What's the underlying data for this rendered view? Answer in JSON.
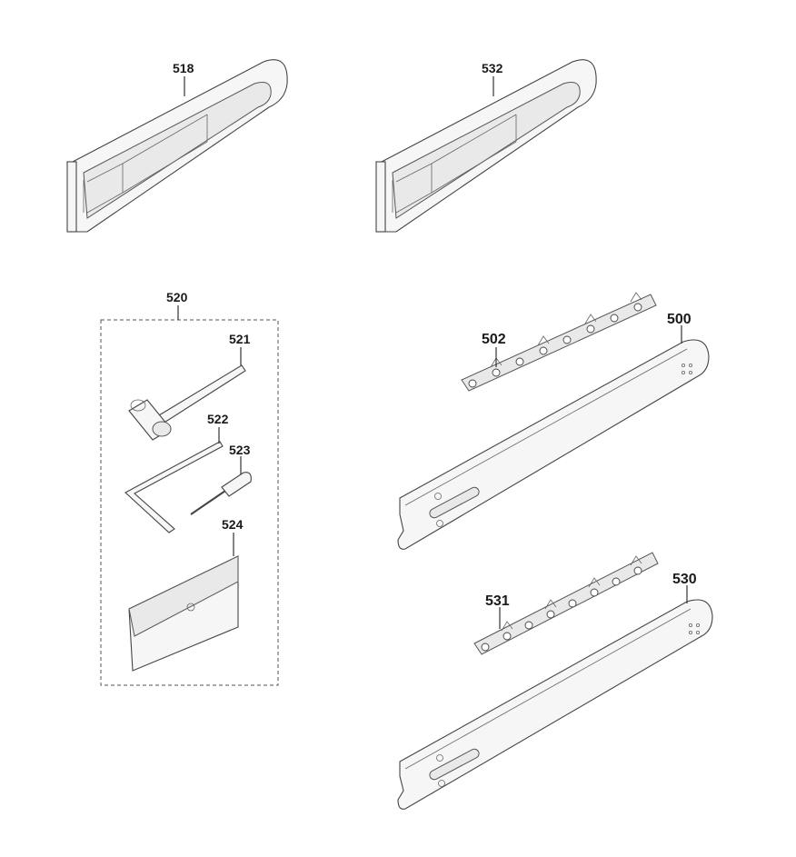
{
  "labels": {
    "cover_a": "518",
    "cover_b": "532",
    "kit": "520",
    "wrench": "521",
    "hex_key": "522",
    "screwdriver": "523",
    "pouch": "524",
    "bar_a": "500",
    "chain_a": "502",
    "bar_b": "530",
    "chain_b": "531"
  }
}
